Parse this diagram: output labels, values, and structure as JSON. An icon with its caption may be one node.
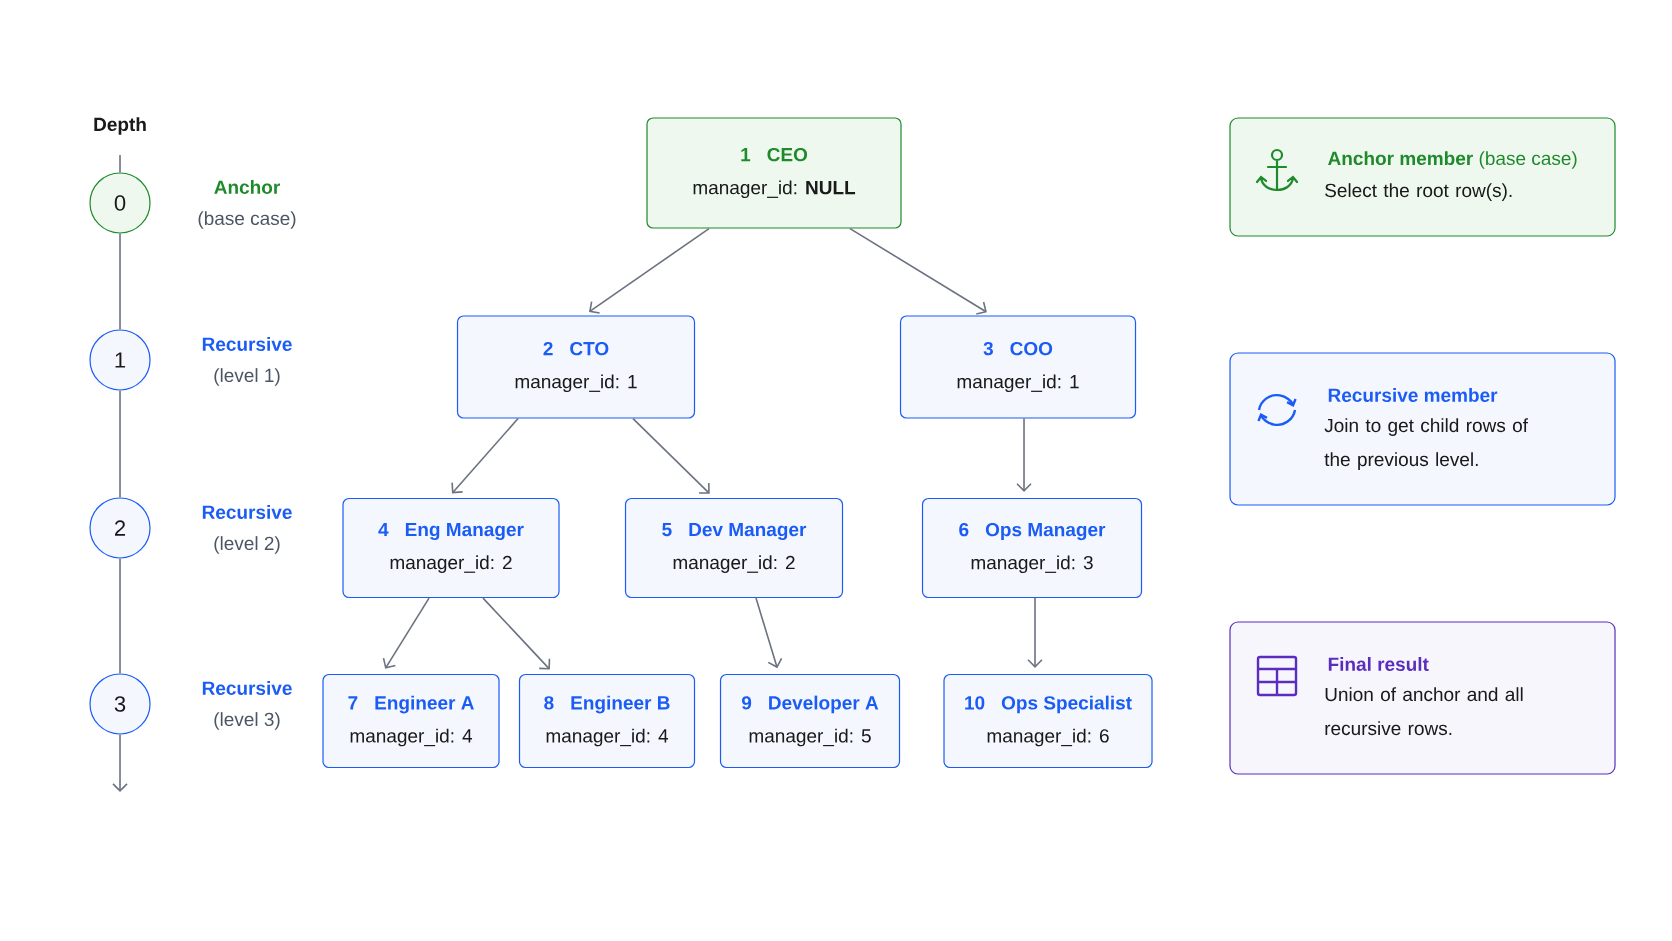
{
  "diagram": {
    "nodes": [
      {
        "text": [
          "0"
        ],
        "beside": [
          "Anchor",
          "(base case)"
        ]
      },
      {
        "text": [
          "1"
        ],
        "beside": [
          "Recursive",
          "(level 1)"
        ]
      },
      {
        "text": [
          "2"
        ],
        "beside": [
          "Recursive",
          "(level 2)"
        ]
      },
      {
        "text": [
          "3"
        ],
        "beside": [
          "Recursive",
          "(level 3)"
        ]
      },
      {
        "text": [
          "1",
          "CEO",
          "manager_id: **NULL**"
        ]
      },
      {
        "text": [
          "2",
          "CTO",
          "manager_id: 1"
        ]
      },
      {
        "text": [
          "3",
          "COO",
          "manager_id: 1"
        ]
      },
      {
        "text": [
          "4",
          "Eng Manager",
          "manager_id: 2"
        ]
      },
      {
        "text": [
          "5",
          "Dev Manager",
          "manager_id: 2"
        ]
      },
      {
        "text": [
          "6",
          "Ops Manager",
          "manager_id: 3"
        ]
      },
      {
        "text": [
          "7",
          "Engineer A",
          "manager_id: 4"
        ]
      },
      {
        "text": [
          "8",
          "Engineer B",
          "manager_id: 4"
        ]
      },
      {
        "text": [
          "9",
          "Developer A",
          "manager_id: 5"
        ]
      },
      {
        "text": [
          "10",
          "Ops Specialist",
          "manager_id: 6"
        ]
      },
      {
        "text": [
          "**Anchor member** (base case)",
          "Select the root row(s)."
        ]
      },
      {
        "text": [
          "Recursive member",
          "Join to get child rows of the previous level."
        ]
      },
      {
        "text": [
          "Final result",
          "Union of anchor and all recursive rows."
        ]
      }
    ],
    "edges": [
      {
        "from": null,
        "to": 0,
        "arrow": "none"
      },
      {
        "from": 0,
        "to": 1,
        "arrow": "none"
      },
      {
        "from": 1,
        "to": 2,
        "arrow": "none"
      },
      {
        "from": 2,
        "to": 3,
        "arrow": "none"
      },
      {
        "from": 3,
        "to": null,
        "arrow": "to"
      },
      {
        "from": 4,
        "to": 5,
        "arrow": "to"
      },
      {
        "from": 4,
        "to": 6,
        "arrow": "to"
      },
      {
        "from": 5,
        "to": 7,
        "arrow": "to"
      },
      {
        "from": 5,
        "to": 8,
        "arrow": "to"
      },
      {
        "from": 6,
        "to": 9,
        "arrow": "to"
      },
      {
        "from": 7,
        "to": 10,
        "arrow": "to"
      },
      {
        "from": 7,
        "to": 11,
        "arrow": "to"
      },
      {
        "from": 8,
        "to": 12,
        "arrow": "to"
      },
      {
        "from": 9,
        "to": 13,
        "arrow": "to"
      }
    ],
    "labels": [
      "Depth"
    ]
  }
}
